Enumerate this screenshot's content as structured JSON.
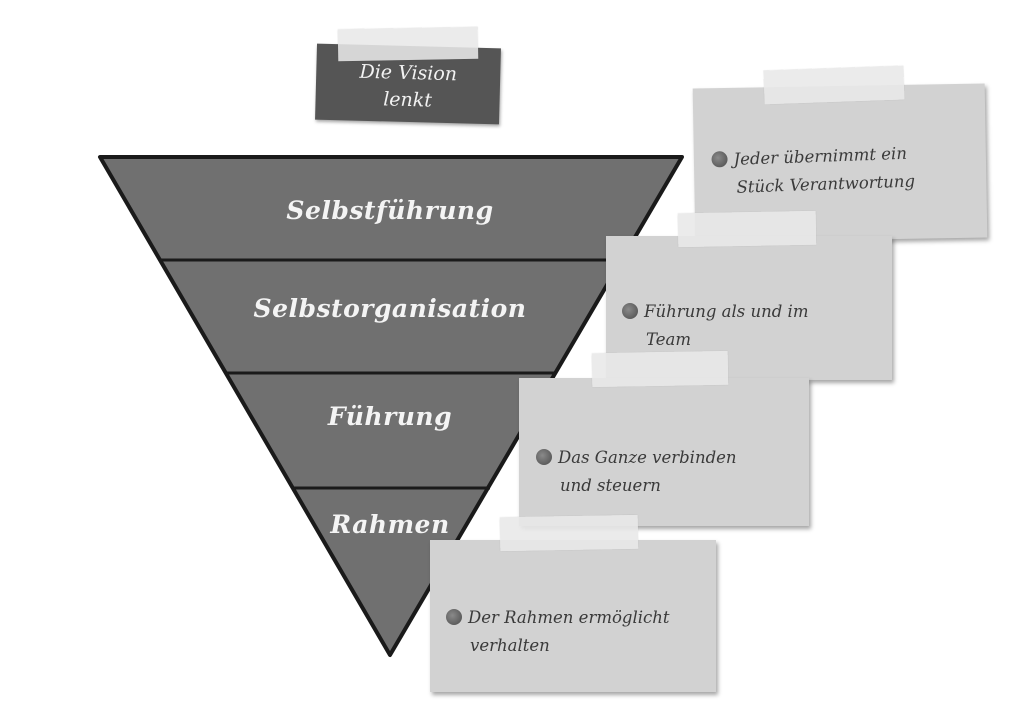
{
  "vision_label": "Die Vision\nlenkt",
  "pyramid_layers": [
    "Selbstführung",
    "Selbstorganisation",
    "Führung",
    "Rahmen"
  ],
  "notes": [
    {
      "line1": "Jeder übernimmt ein",
      "line2": "Stück Verantwortung"
    },
    {
      "line1": "Führung als und im",
      "line2": "Team"
    },
    {
      "line1": "Das Ganze verbinden",
      "line2": "und steuern"
    },
    {
      "line1": "Der Rahmen ermöglicht",
      "line2": "verhalten"
    }
  ],
  "colors": {
    "pyramid_fill": "#707070",
    "note_fill": "#d2d2d2",
    "label_fill": "#555555"
  }
}
